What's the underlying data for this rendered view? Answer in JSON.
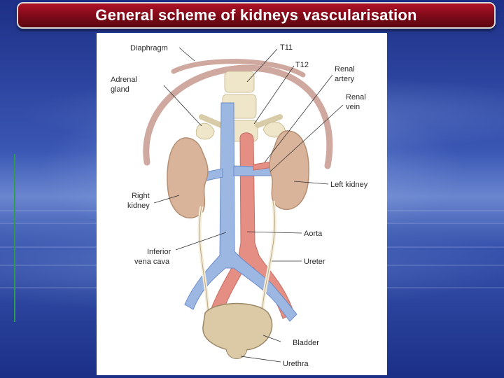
{
  "slide": {
    "title": "General scheme of kidneys vascularisation"
  },
  "diagram": {
    "labels": {
      "diaphragm": "Diaphragm",
      "t11": "T11",
      "t12": "T12",
      "adrenal_1": "Adrenal",
      "adrenal_2": "gland",
      "renal_artery_1": "Renal",
      "renal_artery_2": "artery",
      "renal_vein_1": "Renal",
      "renal_vein_2": "vein",
      "left_kidney": "Left kidney",
      "right_kidney_1": "Right",
      "right_kidney_2": "kidney",
      "aorta": "Aorta",
      "ivc_1": "Inferior",
      "ivc_2": "vena cava",
      "ureter": "Ureter",
      "bladder": "Bladder",
      "urethra": "Urethra"
    }
  },
  "colors": {
    "title_bar": "#8a0c1c",
    "kidney": "#d9b49a",
    "artery": "#e58f84",
    "vein": "#9db7e3",
    "spine": "#efe5c8",
    "diaphragm": "#cfa8a0"
  }
}
